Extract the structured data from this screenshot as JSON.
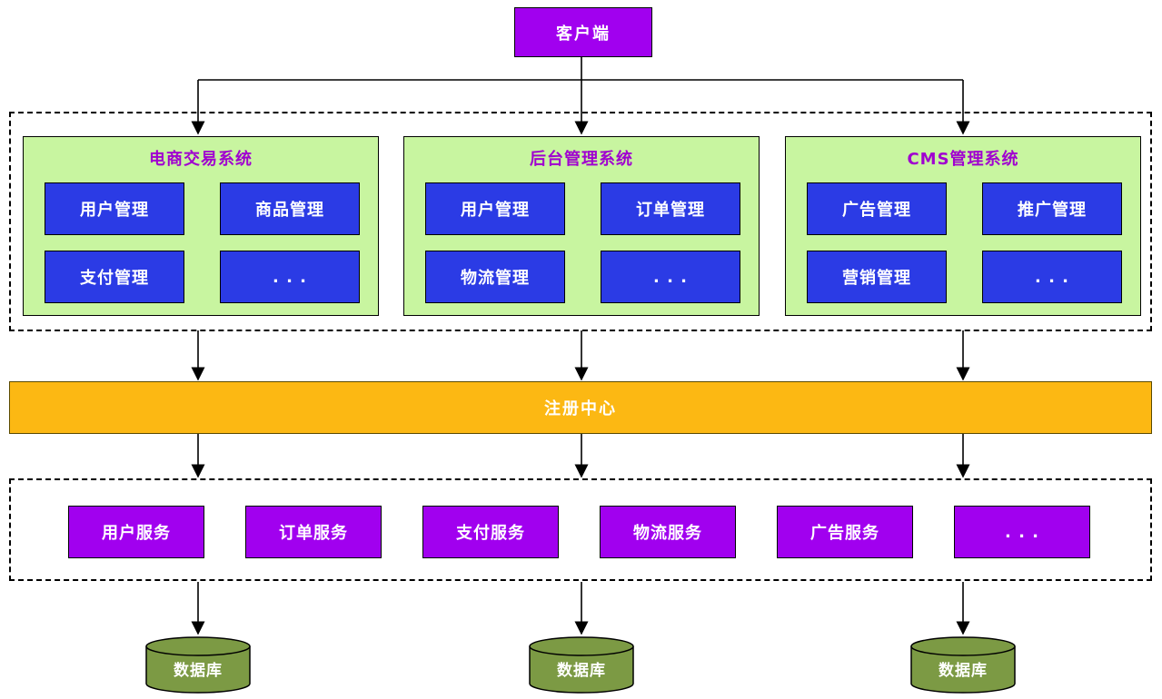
{
  "client": {
    "label": "客户端"
  },
  "systems_layer": {
    "panels": [
      {
        "title": "电商交易系统",
        "modules": [
          "用户管理",
          "商品管理",
          "支付管理",
          ". . ."
        ]
      },
      {
        "title": "后台管理系统",
        "modules": [
          "用户管理",
          "订单管理",
          "物流管理",
          ". . ."
        ]
      },
      {
        "title": "CMS管理系统",
        "modules": [
          "广告管理",
          "推广管理",
          "营销管理",
          ". . ."
        ]
      }
    ]
  },
  "registry": {
    "label": "注册中心"
  },
  "services_layer": {
    "items": [
      {
        "label": "用户服务"
      },
      {
        "label": "订单服务"
      },
      {
        "label": "支付服务"
      },
      {
        "label": "物流服务"
      },
      {
        "label": "广告服务"
      },
      {
        "label": ". . ."
      }
    ]
  },
  "databases": [
    {
      "label": "数据库"
    },
    {
      "label": "数据库"
    },
    {
      "label": "数据库"
    }
  ],
  "colors": {
    "client_purple": "#A100EF",
    "module_blue": "#2B3BE5",
    "panel_green": "#C8F5A0",
    "panel_title_purple": "#A000D0",
    "registry_orange": "#FCB813",
    "database_olive": "#7C9A44",
    "box_text": "#FFFFFF",
    "connector": "#000000"
  }
}
